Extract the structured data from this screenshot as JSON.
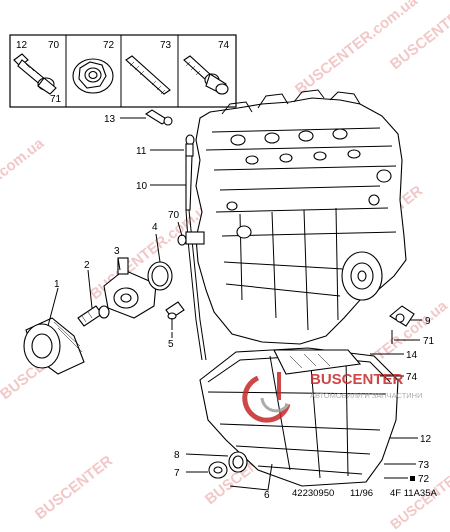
{
  "legend_box": {
    "labels": [
      "12",
      "70",
      "72",
      "73",
      "74",
      "71"
    ]
  },
  "callouts": [
    "13",
    "11",
    "10",
    "70",
    "4",
    "3",
    "2",
    "1",
    "5",
    "9",
    "71",
    "14",
    "74",
    "12",
    "8",
    "7",
    "6",
    "73",
    "72"
  ],
  "footer": {
    "ref": "42230950",
    "date": "11/96",
    "code": "4F 11A35A"
  },
  "watermarks": {
    "brand": "BUSCENTER",
    "url_text": "BUSCENTER.com.ua",
    "url_short": ".com.ua",
    "logo_title": "BUSCENTER",
    "logo_subtitle": "АВТОМОБИЛИ И ЗАПЧАСТИНИ"
  },
  "colors": {
    "line": "#000000",
    "watermark": "#e89a9a",
    "logo_red": "#c62828",
    "logo_gray": "#9e9e9e"
  }
}
